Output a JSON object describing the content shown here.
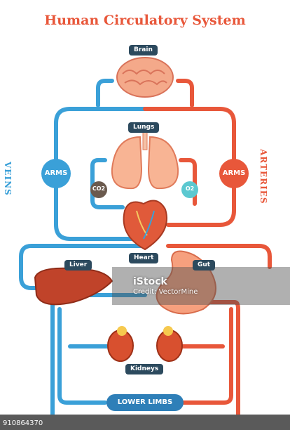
{
  "title": "Human Circulatory System",
  "side_labels": {
    "veins": "VEINS",
    "arteries": "ARTERIES"
  },
  "organ_labels": {
    "brain": "Brain",
    "lungs": "Lungs",
    "heart": "Heart",
    "liver": "Liver",
    "gut": "Gut",
    "kidneys": "Kidneys",
    "lower_limbs": "LOWER LIMBS"
  },
  "arms_left": "ARMS",
  "arms_right": "ARMS",
  "co2": "CO2",
  "o2": "O2",
  "watermark": {
    "brand": "iStock",
    "credit": "Credit: VectorMine"
  },
  "image_id": "910864370",
  "colors": {
    "vein": "#3aa0d8",
    "artery": "#e8573a",
    "label_bg": "#2c4a5e",
    "co2_bg": "#6b5a4e",
    "o2_bg": "#5bc8d0"
  }
}
